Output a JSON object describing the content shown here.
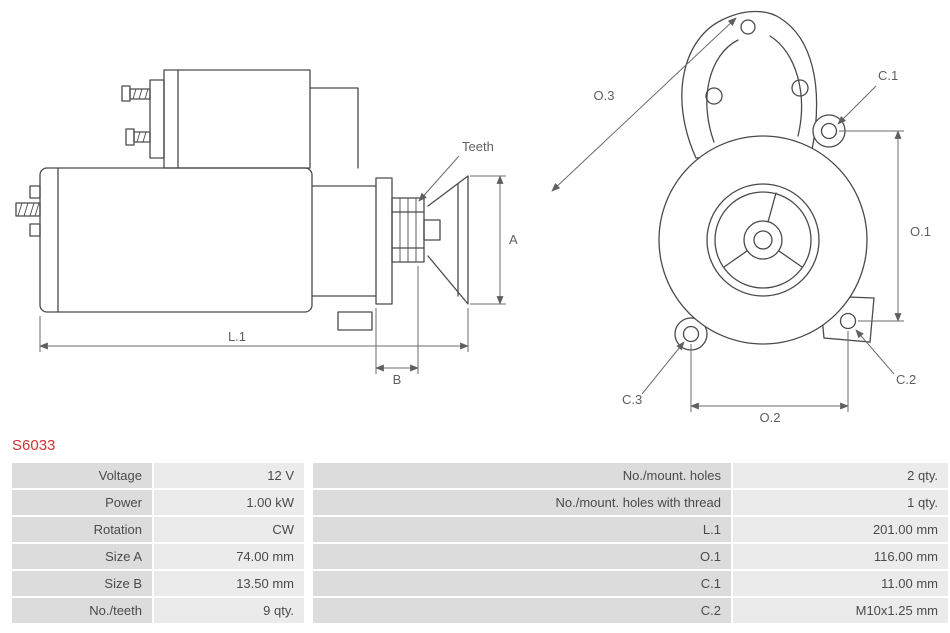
{
  "part_number": "S6033",
  "diagram": {
    "labels": {
      "teeth": "Teeth",
      "a": "A",
      "b": "B",
      "l1": "L.1",
      "o1": "O.1",
      "o2": "O.2",
      "o3": "O.3",
      "c1": "C.1",
      "c2": "C.2",
      "c3": "C.3"
    }
  },
  "specs": {
    "left": [
      {
        "label": "Voltage",
        "value": "12 V"
      },
      {
        "label": "Power",
        "value": "1.00 kW"
      },
      {
        "label": "Rotation",
        "value": "CW"
      },
      {
        "label": "Size A",
        "value": "74.00 mm"
      },
      {
        "label": "Size B",
        "value": "13.50 mm"
      },
      {
        "label": "No./teeth",
        "value": "9 qty."
      }
    ],
    "right": [
      {
        "label": "No./mount. holes",
        "value": "2 qty."
      },
      {
        "label": "No./mount. holes with thread",
        "value": "1 qty."
      },
      {
        "label": "L.1",
        "value": "201.00 mm"
      },
      {
        "label": "O.1",
        "value": "116.00 mm"
      },
      {
        "label": "C.1",
        "value": "11.00 mm"
      },
      {
        "label": "C.2",
        "value": "M10x1.25 mm"
      }
    ]
  },
  "colors": {
    "part_number": "#cc3333",
    "line": "#4a4a4a",
    "label_cell_bg": "#dcdcdc",
    "value_cell_bg": "#ebebeb"
  }
}
